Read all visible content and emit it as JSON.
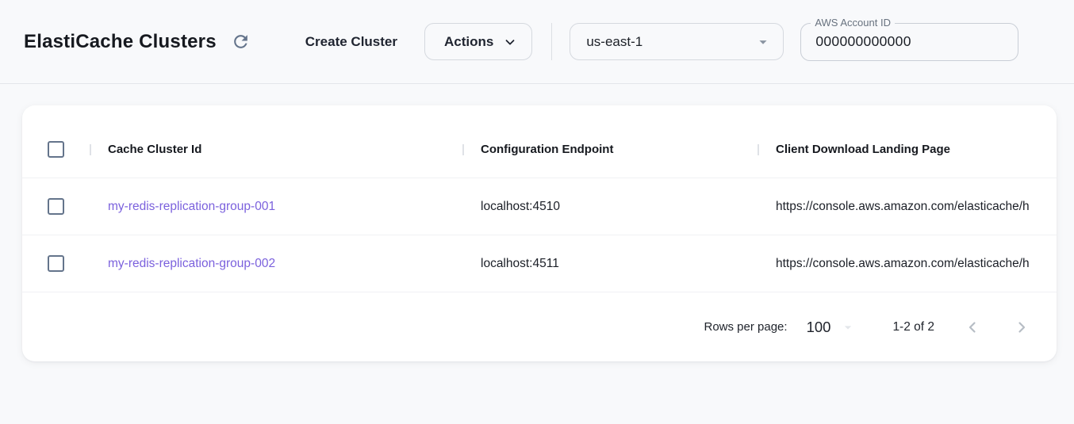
{
  "page": {
    "title": "ElastiCache Clusters"
  },
  "colors": {
    "page_background": "#f8f9fb",
    "card_background": "#ffffff",
    "link_purple": "#7b61dd",
    "checkbox_border": "#64748b",
    "border_light": "#e4e6ea",
    "text_primary": "#16191f",
    "text_secondary": "#68727f"
  },
  "icons": {
    "refresh": "refresh-icon (circular clockwise arrow)",
    "actions_chevron": "chevron-down-icon",
    "region_arrow": "dropdown-arrow-icon (filled triangle)",
    "rows_per_page_arrow": "dropdown-arrow-icon (filled triangle, light)",
    "prev_page": "chevron-left-icon",
    "next_page": "chevron-right-icon"
  },
  "toolbar": {
    "create_cluster_label": "Create Cluster",
    "actions_label": "Actions",
    "region_select": {
      "value": "us-east-1"
    },
    "account_field": {
      "label": "AWS Account ID",
      "value": "000000000000"
    }
  },
  "table": {
    "columns": {
      "col1": "Cache Cluster Id",
      "col2": "Configuration Endpoint",
      "col3": "Client Download Landing Page"
    },
    "rows": [
      {
        "cache_cluster_id": "my-redis-replication-group-001",
        "configuration_endpoint": "localhost:4510",
        "client_download_landing_page": "https://console.aws.amazon.com/elasticache/h"
      },
      {
        "cache_cluster_id": "my-redis-replication-group-002",
        "configuration_endpoint": "localhost:4511",
        "client_download_landing_page": "https://console.aws.amazon.com/elasticache/h"
      }
    ],
    "pagination": {
      "rows_per_page_label": "Rows per page:",
      "rows_per_page_value": "100",
      "range_label": "1-2 of 2"
    }
  }
}
